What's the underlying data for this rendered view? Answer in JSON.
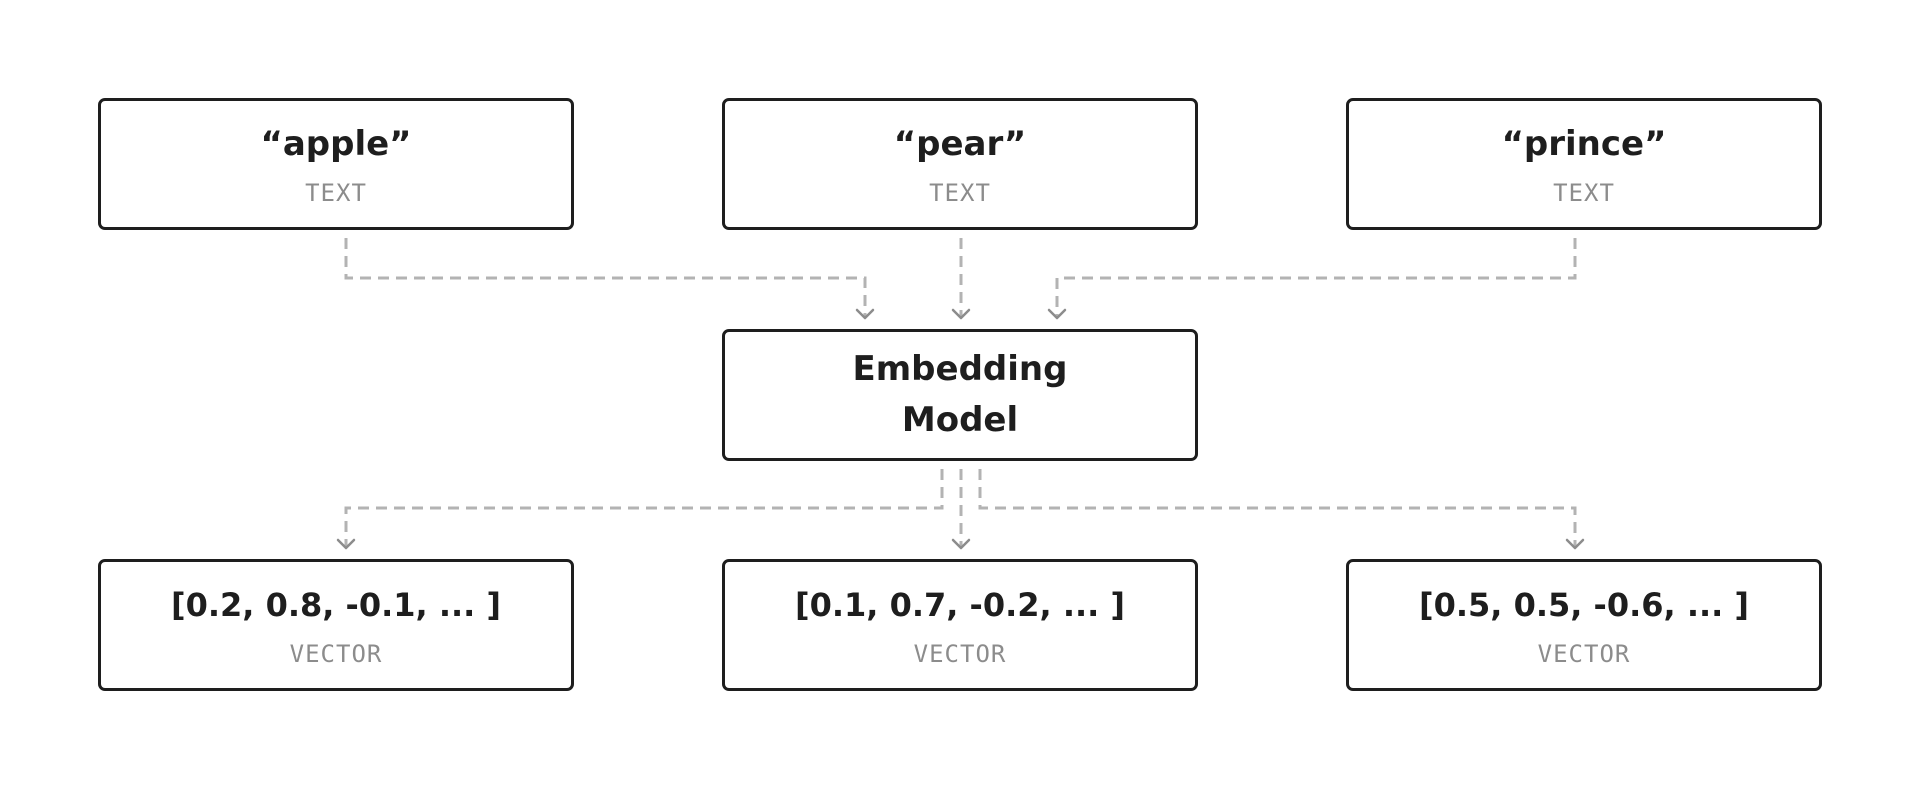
{
  "inputs": [
    {
      "label": "“apple”",
      "type": "TEXT"
    },
    {
      "label": "“pear”",
      "type": "TEXT"
    },
    {
      "label": "“prince”",
      "type": "TEXT"
    }
  ],
  "model": {
    "line1": "Embedding",
    "line2": "Model"
  },
  "outputs": [
    {
      "label": "[0.2, 0.8, -0.1, ... ]",
      "type": "VECTOR"
    },
    {
      "label": "[0.1, 0.7, -0.2, ... ]",
      "type": "VECTOR"
    },
    {
      "label": "[0.5, 0.5, -0.6, ... ]",
      "type": "VECTOR"
    }
  ],
  "colors": {
    "border": "#1e1e1e",
    "connector": "#b3b3b3",
    "type_label": "#8c8c8c"
  }
}
